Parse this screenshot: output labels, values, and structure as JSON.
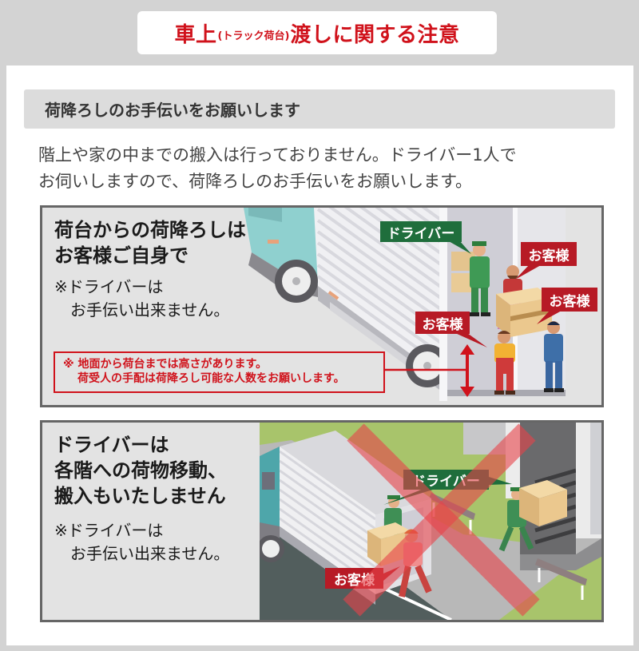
{
  "header": {
    "title_part_1": "車上",
    "title_small": "(トラック荷台)",
    "title_part_2": "渡しに関する注意"
  },
  "section": {
    "heading": "荷降ろしのお手伝いをお願いします",
    "intro_lines": [
      "階上や家の中までの搬入は行っておりません。ドライバー1人で",
      "お伺いしますので、荷降ろしのお手伝いをお願いします。"
    ]
  },
  "panels": [
    {
      "title_lines": [
        "荷台からの荷降ろしは",
        "お客様ご自身で"
      ],
      "note_lines": [
        "※ドライバーは",
        "お手伝い出来ません。"
      ],
      "warning_lines": [
        "※ 地面から荷台までは高さがあります。",
        "荷受人の手配は荷降ろし可能な人数をお願いします。"
      ],
      "labels": {
        "driver": "ドライバー",
        "customer_1": "お客様",
        "customer_2": "お客様",
        "customer_3": "お客様"
      }
    },
    {
      "title_lines": [
        "ドライバーは",
        "各階への荷物移動、",
        "搬入もいたしません"
      ],
      "note_lines": [
        "※ドライバーは",
        "お手伝い出来ません。"
      ],
      "labels": {
        "driver": "ドライバー",
        "customer": "お客様"
      },
      "prohibited_mark": "×"
    }
  ],
  "colors": {
    "accent_red": "#d0121b",
    "driver_label_green": "#1f6e3c",
    "customer_label_red": "#b71a25",
    "page_background": "#d3d3d3",
    "panel_background": "#e3e3e3",
    "panel_border": "#666666"
  }
}
